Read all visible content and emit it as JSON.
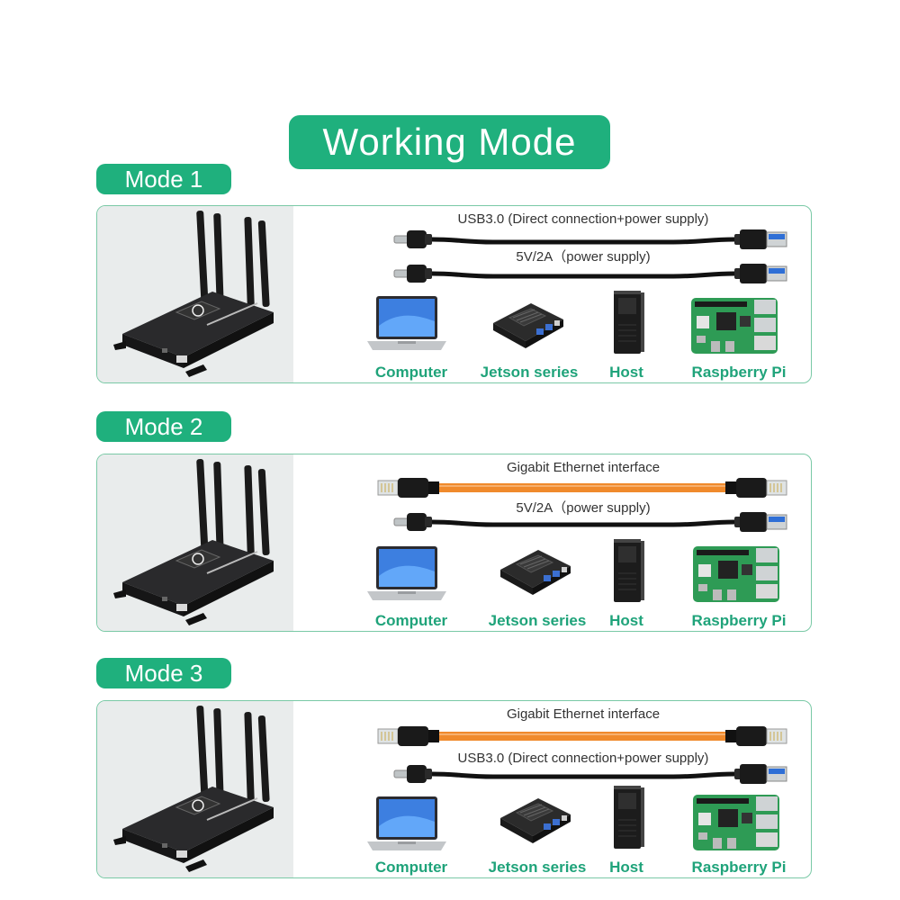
{
  "title": "Working Mode",
  "modes": [
    {
      "label": "Mode 1",
      "cables": [
        {
          "label": "USB3.0 (Direct connection+power supply)",
          "kind": "usb"
        },
        {
          "label": "5V/2A（power supply)",
          "kind": "usb"
        }
      ],
      "hosts": [
        "Computer",
        "Jetson series",
        "Host",
        "Raspberry Pi"
      ]
    },
    {
      "label": "Mode  2",
      "cables": [
        {
          "label": "Gigabit Ethernet interface",
          "kind": "ethernet"
        },
        {
          "label": "5V/2A（power supply)",
          "kind": "usb"
        }
      ],
      "hosts": [
        "Computer",
        "Jetson series",
        "Host",
        "Raspberry Pi"
      ]
    },
    {
      "label": "Mode 3",
      "cables": [
        {
          "label": "Gigabit Ethernet interface",
          "kind": "ethernet"
        },
        {
          "label": "USB3.0 (Direct connection+power supply)",
          "kind": "usb"
        }
      ],
      "hosts": [
        "Computer",
        "Jetson series",
        "Host",
        "Raspberry Pi"
      ]
    }
  ],
  "colors": {
    "accent": "#1fb07d",
    "panel_border": "#7ac9a6",
    "host_label": "#1fa37a",
    "ethernet_cable": "#f08a2c",
    "usb_blue": "#2f6fd6",
    "pcb_green": "#2e9b55"
  },
  "icons": [
    "usb-cable-icon",
    "ethernet-cable-icon",
    "laptop-icon",
    "jetson-board-icon",
    "tower-pc-icon",
    "raspberry-pi-icon",
    "5g-router-icon"
  ]
}
